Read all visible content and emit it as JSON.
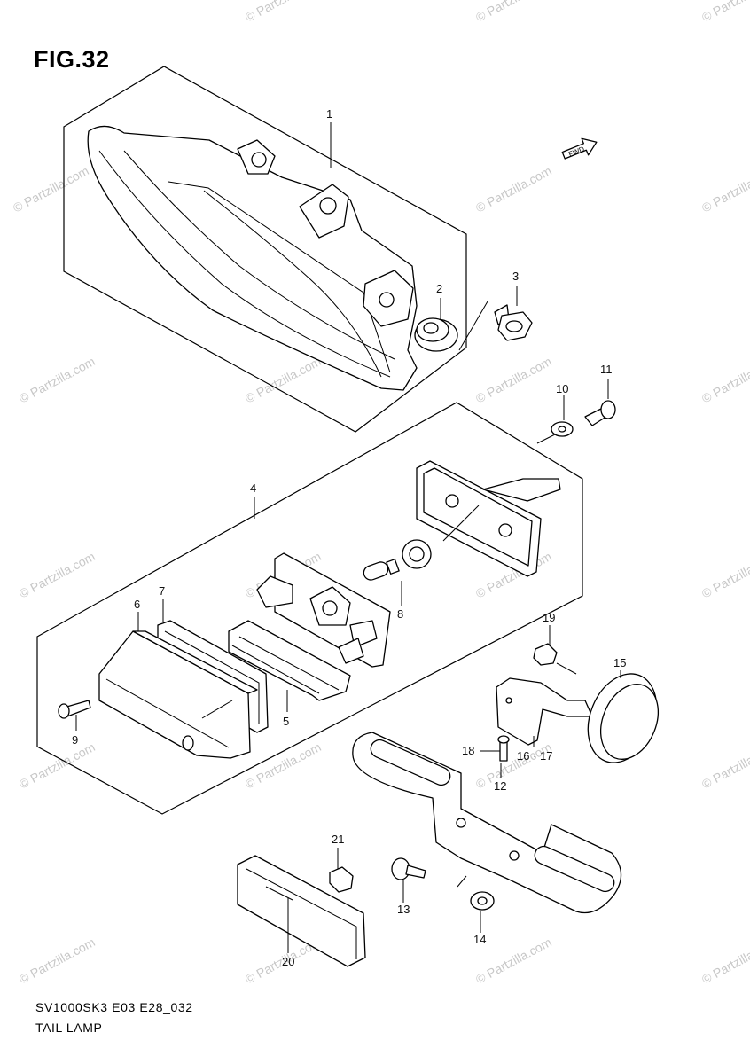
{
  "figure": {
    "title": "FIG.32",
    "model_code": "SV1000SK3 E03 E28_032",
    "name": "TAIL LAMP"
  },
  "watermark": "© Partzilla.com",
  "direction_marker": "FWD",
  "callouts": [
    "1",
    "2",
    "3",
    "4",
    "5",
    "6",
    "7",
    "8",
    "9",
    "10",
    "11",
    "12",
    "13",
    "14",
    "15",
    "16",
    "17",
    "18",
    "19",
    "20",
    "21"
  ],
  "callout_pairs": {
    "16_17": "16 · 17"
  }
}
